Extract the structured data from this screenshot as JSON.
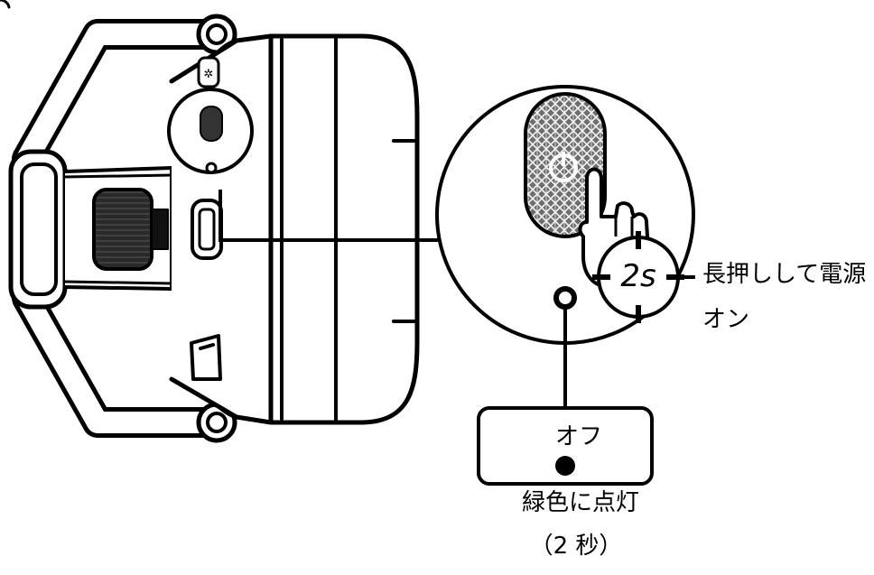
{
  "callout": {
    "press_duration": "2s",
    "hold_line1": "長押しして電源",
    "hold_line2": "オン"
  },
  "led_status": {
    "off_label": "オフ",
    "green_label": "緑色に点灯",
    "duration": "（2 秒）"
  },
  "icons": [
    "headphone-icon",
    "power-button-icon",
    "hand-pointer-icon",
    "timer-icon",
    "led-icon"
  ]
}
